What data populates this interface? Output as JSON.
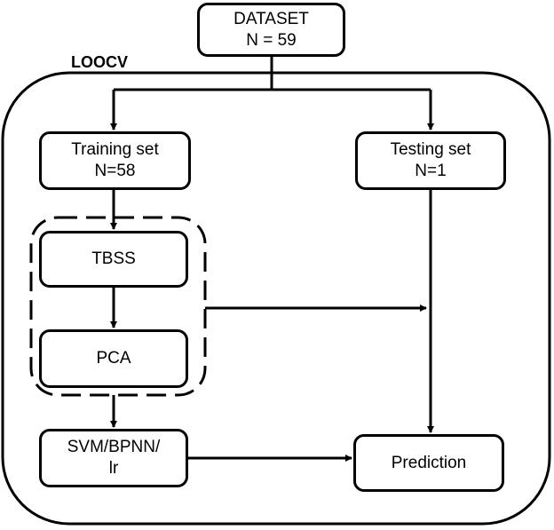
{
  "frame_label": "LOOCV",
  "nodes": {
    "dataset": {
      "line1": "DATASET",
      "line2": "N = 59"
    },
    "training": {
      "line1": "Training set",
      "line2": "N=58"
    },
    "testing": {
      "line1": "Testing set",
      "line2": "N=1"
    },
    "tbss": {
      "line1": "TBSS"
    },
    "pca": {
      "line1": "PCA"
    },
    "classifier": {
      "line1": "SVM/BPNN/",
      "line2": "lr"
    },
    "prediction": {
      "line1": "Prediction"
    }
  },
  "colors": {
    "stroke": "#000000",
    "background": "#ffffff"
  }
}
